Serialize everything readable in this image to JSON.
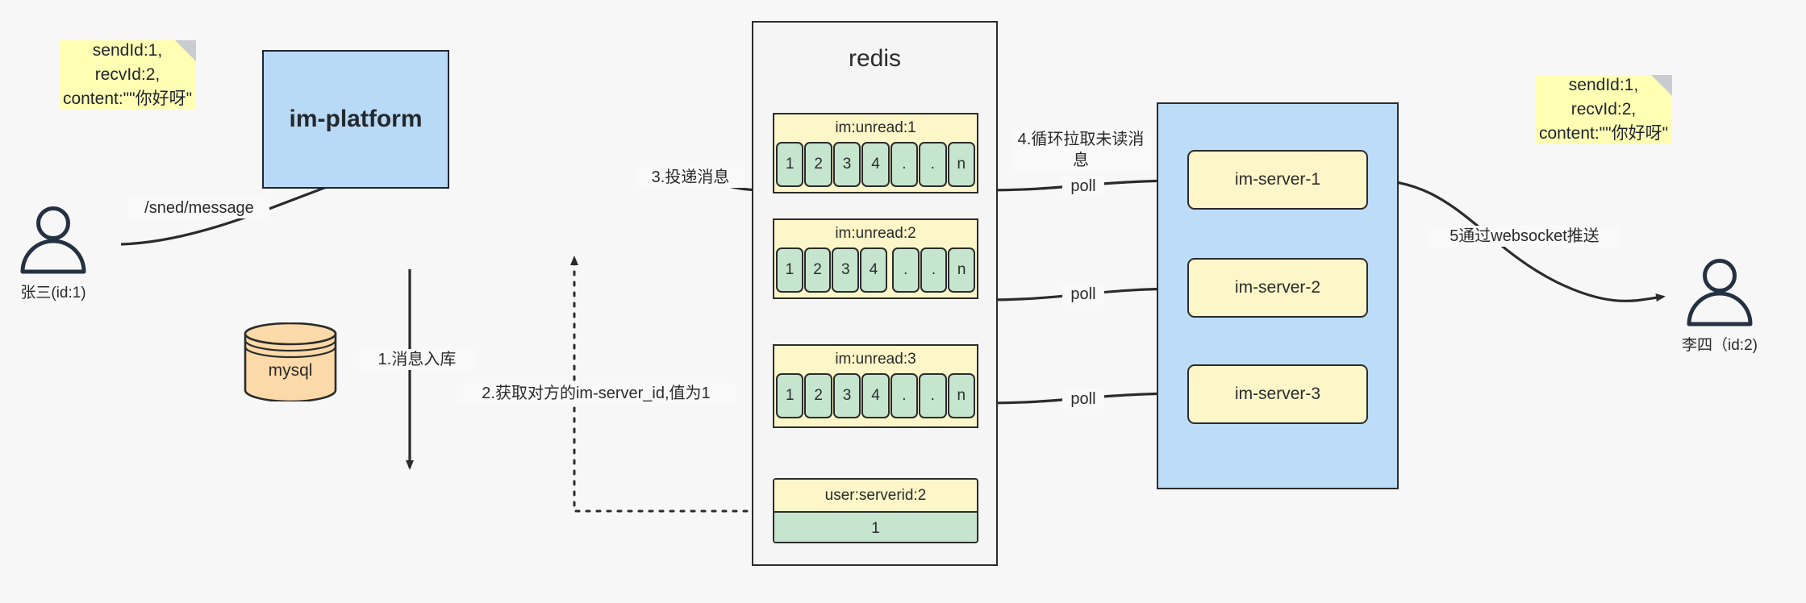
{
  "diagram": {
    "title": "IM message delivery architecture",
    "colors": {
      "canvas": "#f7f7f7",
      "note_yellow": "#ffffb3",
      "block_blue": "#bcdcf7",
      "queue_yellow": "#fdf6c9",
      "cell_green": "#c6e5ce",
      "mysql_orange": "#fcd9a8",
      "stroke": "#2b2b2b"
    }
  },
  "notes": {
    "left": "sendId:1,\nrecvId:2,\ncontent:\"\"你好呀\"",
    "right": "sendId:1,\nrecvId:2,\ncontent:\"\"你好呀\""
  },
  "actors": {
    "sender": {
      "label": "张三(id:1)",
      "icon": "user-icon"
    },
    "receiver": {
      "label": "李四（id:2)",
      "icon": "user-icon"
    }
  },
  "platform": {
    "label": "im-platform"
  },
  "mysql": {
    "label": "mysql"
  },
  "redis": {
    "title": "redis",
    "queues": [
      {
        "title": "im:unread:1",
        "cells": [
          "1",
          "2",
          "3",
          "4",
          ".",
          ".",
          "n"
        ]
      },
      {
        "title": "im:unread:2",
        "cells": [
          "1",
          "2",
          "3",
          "4",
          ".",
          ".",
          "n"
        ]
      },
      {
        "title": "im:unread:3",
        "cells": [
          "1",
          "2",
          "3",
          "4",
          ".",
          ".",
          "n"
        ]
      }
    ],
    "kv": {
      "title": "user:serverid:2",
      "value": "1"
    }
  },
  "servers": [
    {
      "label": "im-server-1"
    },
    {
      "label": "im-server-2"
    },
    {
      "label": "im-server-3"
    }
  ],
  "edge_labels": {
    "send_message": "/sned/message",
    "step1": "1.消息入库",
    "step2": "2.获取对方的im-server_id,值为1",
    "step3": "3.投递消息",
    "step4": "4.循环拉取未读消\n息",
    "step5": "5通过websocket推送",
    "poll1": "poll",
    "poll2": "poll",
    "poll3": "poll"
  }
}
